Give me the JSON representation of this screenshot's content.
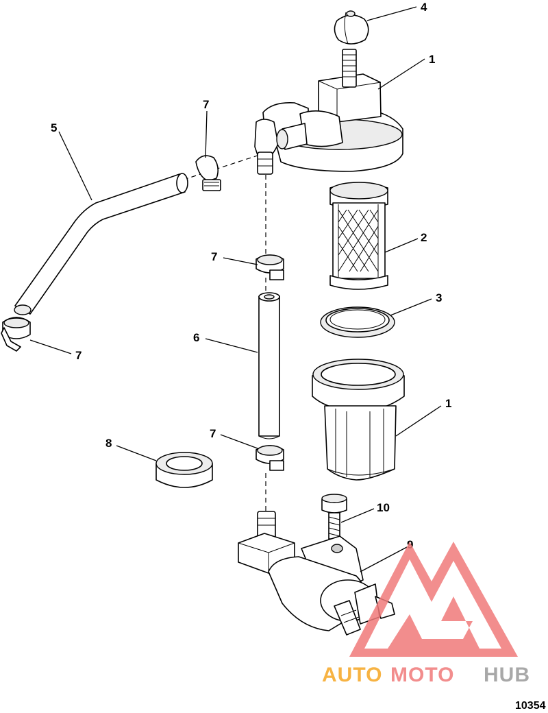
{
  "callouts": [
    {
      "id": "callout-4-nut",
      "text": "4"
    },
    {
      "id": "callout-1-filter-head",
      "text": "1"
    },
    {
      "id": "callout-7-clamp-top",
      "text": "7"
    },
    {
      "id": "callout-5-hose",
      "text": "5"
    },
    {
      "id": "callout-2-filter-element",
      "text": "2"
    },
    {
      "id": "callout-7-clamp-mid",
      "text": "7"
    },
    {
      "id": "callout-3-o-ring",
      "text": "3"
    },
    {
      "id": "callout-7-clamp-left",
      "text": "7"
    },
    {
      "id": "callout-6-hose-straight",
      "text": "6"
    },
    {
      "id": "callout-1-filter-bowl",
      "text": "1"
    },
    {
      "id": "callout-8-grommet",
      "text": "8"
    },
    {
      "id": "callout-7-clamp-low",
      "text": "7"
    },
    {
      "id": "callout-10-screw",
      "text": "10"
    },
    {
      "id": "callout-9-fuel-pump",
      "text": "9"
    }
  ],
  "figure_number": "10354",
  "watermark": {
    "part1": "AUTO",
    "part2": "MOTO",
    "part3": "HUB",
    "colors": {
      "orange": "#f6a623",
      "red": "#f07a7a",
      "gray": "#9a9a9a"
    }
  }
}
